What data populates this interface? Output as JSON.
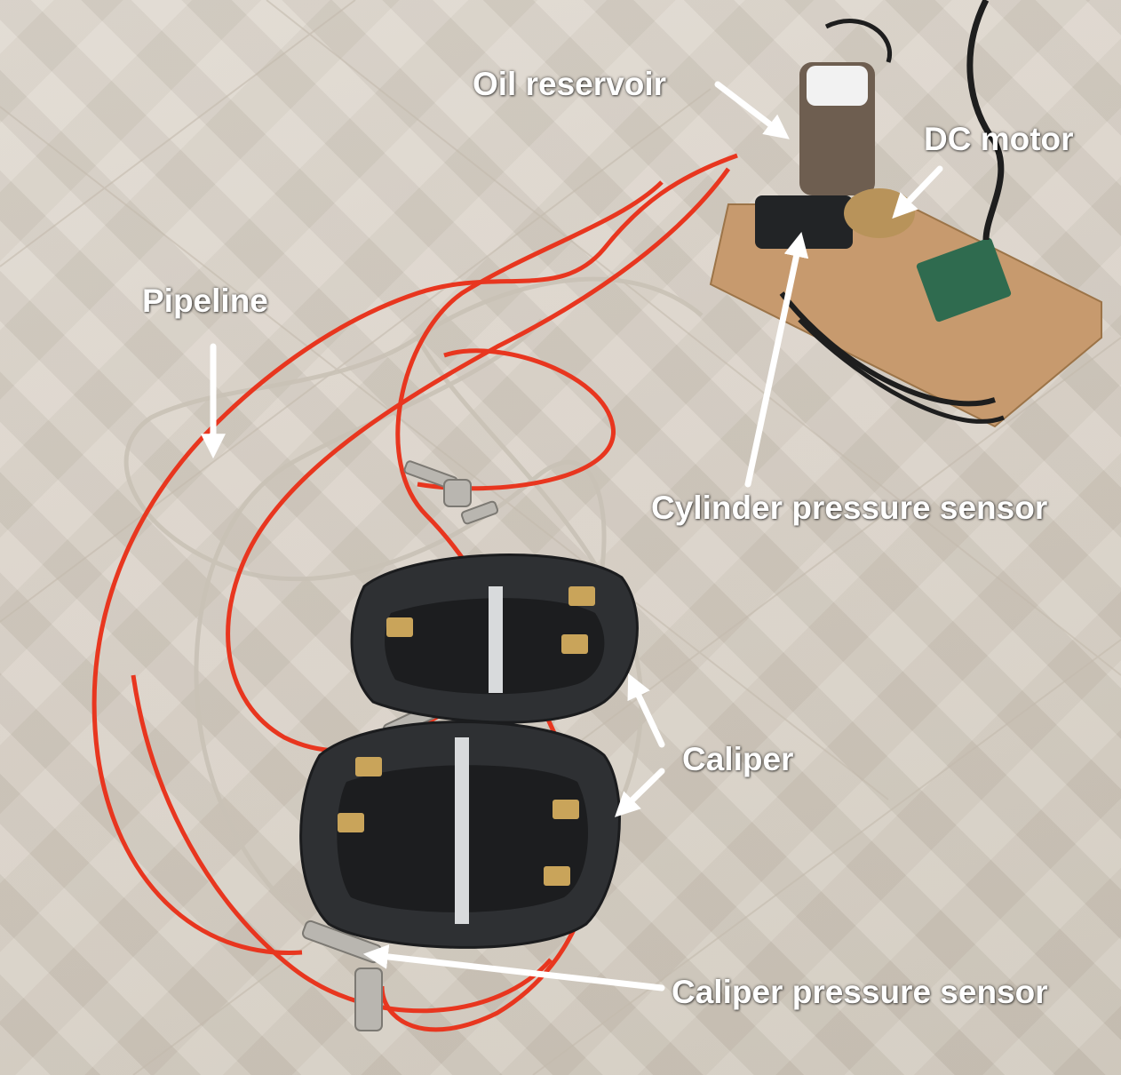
{
  "labels": {
    "oil_reservoir": "Oil reservoir",
    "dc_motor": "DC motor",
    "pipeline": "Pipeline",
    "cylinder_pressure_sensor": "Cylinder pressure sensor",
    "caliper": "Caliper",
    "caliper_pressure_sensor": "Caliper pressure sensor"
  },
  "colors": {
    "label_text": "#ffffff",
    "arrow": "#ffffff",
    "red_hose": "#e8361f",
    "clear_hose": "#c9c2b6",
    "caliper_body": "#2e3033",
    "wood_base": "#c79a6e"
  }
}
